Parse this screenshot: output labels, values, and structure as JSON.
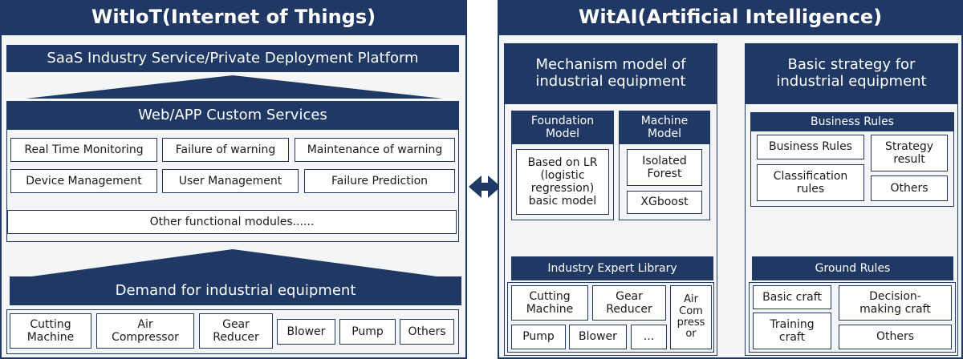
{
  "accent": "#1f3864",
  "iot": {
    "title": "WitIoT(Internet of Things)",
    "saas": "SaaS Industry Service/Private Deployment Platform",
    "web_app": "Web/APP Custom Services",
    "services": [
      "Real Time Monitoring",
      "Failure of warning",
      "Maintenance of warning",
      "Device Management",
      "User Management",
      "Failure Prediction"
    ],
    "other_modules": "Other functional modules......",
    "demand": "Demand for industrial equipment",
    "equipment": [
      "Cutting\nMachine",
      "Air\nCompressor",
      "Gear\nReducer",
      "Blower",
      "Pump",
      "Others"
    ]
  },
  "ai": {
    "title": "WitAI(Artificial Intelligence)",
    "mechanism": {
      "title": "Mechanism model of\nindustrial equipment",
      "foundation": {
        "title": "Foundation\nModel",
        "item": "Based on LR\n(logistic\nregression)\nbasic model"
      },
      "machine": {
        "title": "Machine\nModel",
        "items": [
          "Isolated\nForest",
          "XGboost"
        ]
      },
      "library": {
        "title": "Industry Expert Library",
        "items": [
          "Cutting\nMachine",
          "Gear\nReducer",
          "Air\nCom\npress\nor",
          "Pump",
          "Blower",
          "..."
        ]
      }
    },
    "strategy": {
      "title": "Basic strategy for\nindustrial equipment",
      "business": {
        "title": "Business Rules",
        "items": [
          "Business Rules",
          "Strategy\nresult",
          "Classification\nrules",
          "Others"
        ]
      },
      "ground": {
        "title": "Ground Rules",
        "items": [
          "Basic craft",
          "Decision-\nmaking craft",
          "Training\ncraft",
          "Others"
        ]
      }
    }
  }
}
